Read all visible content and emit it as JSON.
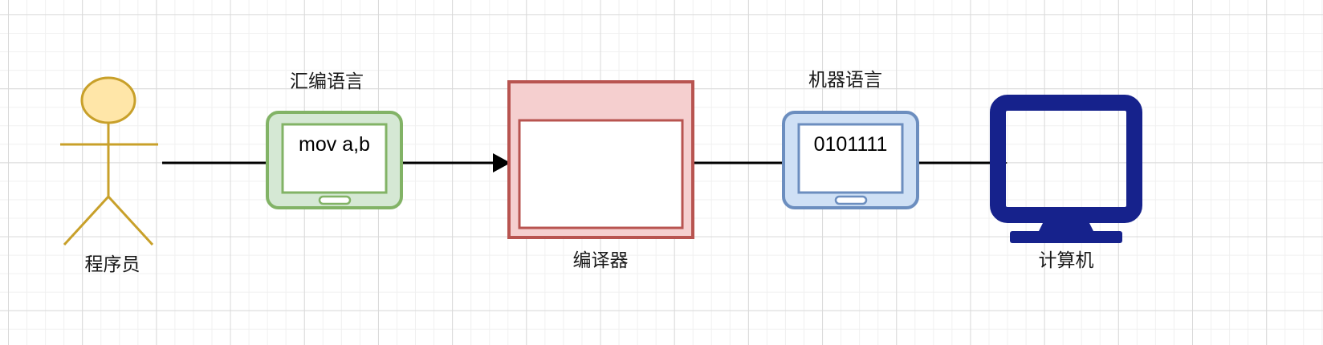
{
  "diagram": {
    "title_present": false,
    "background": {
      "grid": true,
      "minor_grid_color": "#f0f0f0",
      "major_grid_color": "#d9d9d9",
      "page_color": "#ffffff"
    },
    "nodes": [
      {
        "id": "programmer",
        "kind": "actor-stick-figure",
        "label": "程序员",
        "stroke_color": "#c8a02a",
        "fill_color": "#ffe6a8"
      },
      {
        "id": "assembly-tablet",
        "kind": "tablet-device",
        "label": "汇编语言",
        "screen_text": "mov a,b",
        "stroke_color": "#82b366",
        "fill_color": "#d5e8d4"
      },
      {
        "id": "compiler",
        "kind": "rectangle-box",
        "label": "编译器",
        "stroke_color": "#b85450",
        "fill_color": "#f5cfcf"
      },
      {
        "id": "machine-tablet",
        "kind": "tablet-device",
        "label": "机器语言",
        "screen_text": "0101111",
        "stroke_color": "#6c8ebf",
        "fill_color": "#cfe0f5"
      },
      {
        "id": "computer",
        "kind": "monitor-device",
        "label": "计算机",
        "stroke_color": "#16228c",
        "fill_color": "#16228c"
      }
    ],
    "connectors": [
      {
        "id": "arrow-programmer-to-compiler",
        "from": "programmer",
        "to": "compiler",
        "color": "#000000",
        "arrowhead": "filled-triangle"
      },
      {
        "id": "arrow-compiler-to-computer",
        "from": "compiler",
        "to": "computer",
        "color": "#000000",
        "arrowhead": "filled-triangle"
      }
    ]
  }
}
